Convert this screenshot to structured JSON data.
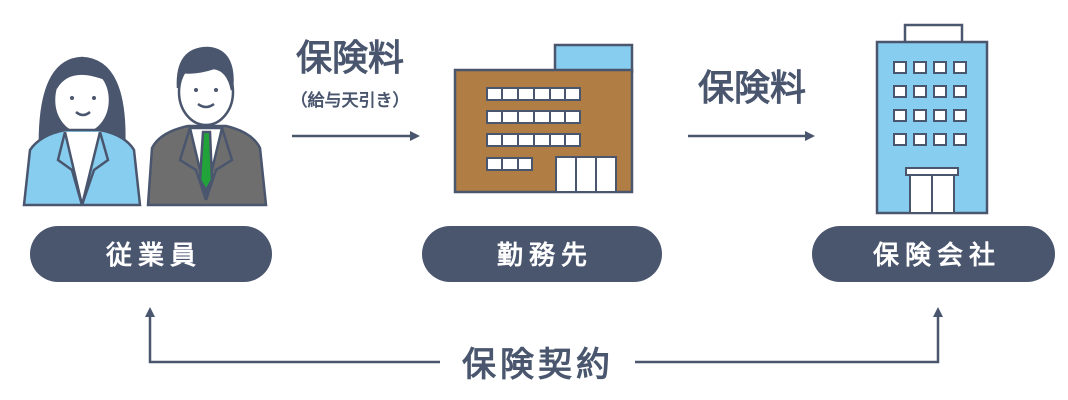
{
  "nodes": {
    "employee": "従業員",
    "employer": "勤務先",
    "insurer": "保険会社"
  },
  "flows": {
    "premium_1": "保険料",
    "premium_1_note": "（給与天引き）",
    "premium_2": "保険料",
    "contract": "保険契約"
  },
  "colors": {
    "primary": "#4a566e",
    "employer_building": "#b07d44",
    "light_blue": "#87cdef",
    "suit_gray": "#6e6e6e",
    "tie_green": "#22a33a"
  }
}
